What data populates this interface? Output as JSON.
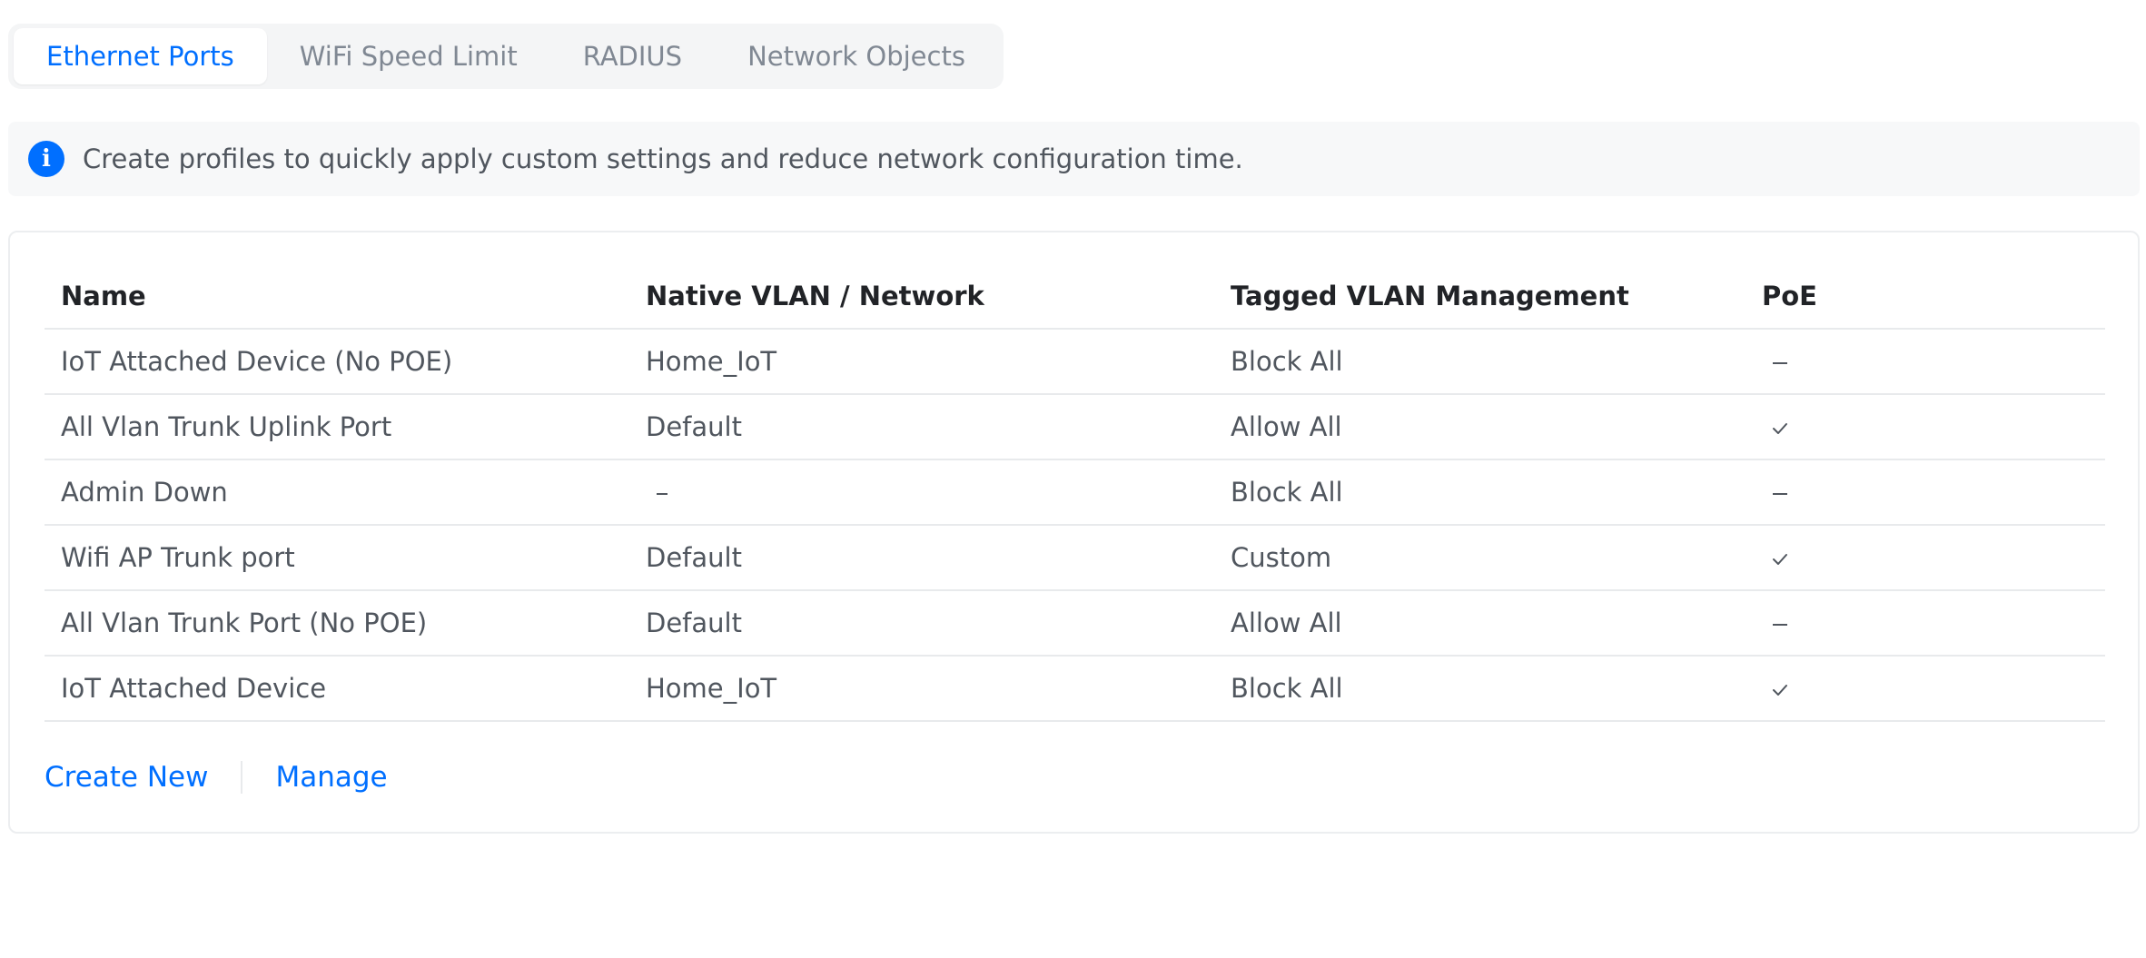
{
  "tabs": [
    {
      "label": "Ethernet Ports",
      "active": true
    },
    {
      "label": "WiFi Speed Limit",
      "active": false
    },
    {
      "label": "RADIUS",
      "active": false
    },
    {
      "label": "Network Objects",
      "active": false
    }
  ],
  "banner": {
    "icon": "info-icon",
    "icon_glyph": "i",
    "text": "Create profiles to quickly apply custom settings and reduce network configuration time."
  },
  "table": {
    "headers": [
      "Name",
      "Native VLAN / Network",
      "Tagged VLAN Management",
      "PoE"
    ],
    "rows": [
      {
        "name": "IoT Attached Device (No POE)",
        "native_vlan": "Home_IoT",
        "tagged": "Block All",
        "poe": false
      },
      {
        "name": "All Vlan Trunk Uplink Port",
        "native_vlan": "Default",
        "tagged": "Allow All",
        "poe": true
      },
      {
        "name": "Admin Down",
        "native_vlan": "",
        "tagged": "Block All",
        "poe": false
      },
      {
        "name": "Wifi AP Trunk port",
        "native_vlan": "Default",
        "tagged": "Custom",
        "poe": true
      },
      {
        "name": "All Vlan Trunk Port (No POE)",
        "native_vlan": "Default",
        "tagged": "Allow All",
        "poe": false
      },
      {
        "name": "IoT Attached Device",
        "native_vlan": "Home_IoT",
        "tagged": "Block All",
        "poe": true
      }
    ]
  },
  "actions": {
    "create_label": "Create New",
    "manage_label": "Manage"
  },
  "colors": {
    "accent": "#006fff",
    "text": "#50565e",
    "heading": "#212327"
  }
}
